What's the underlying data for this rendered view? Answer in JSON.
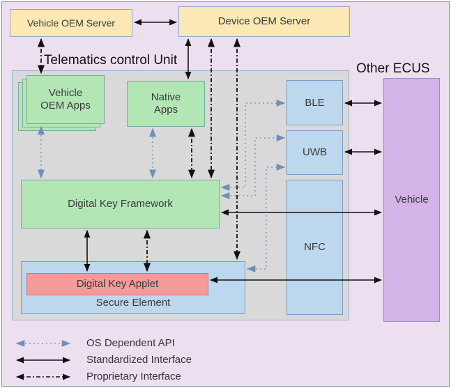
{
  "diagram": {
    "title_tcu": "Telematics control Unit",
    "title_other_ecus": "Other ECUS",
    "nodes": {
      "vehicle_oem_server": "Vehicle OEM Server",
      "device_oem_server": "Device OEM Server",
      "vehicle_oem_apps": "Vehicle\nOEM Apps",
      "native_apps": "Native\nApps",
      "digital_key_framework": "Digital Key Framework",
      "digital_key_applet": "Digital Key Applet",
      "secure_element": "Secure Element",
      "ble": "BLE",
      "uwb": "UWB",
      "nfc": "NFC",
      "vehicle": "Vehicle"
    },
    "edges": [
      {
        "from": "vehicle_oem_server",
        "to": "device_oem_server",
        "type": "standardized"
      },
      {
        "from": "vehicle_oem_server",
        "to": "vehicle_oem_apps",
        "type": "proprietary"
      },
      {
        "from": "device_oem_server",
        "to": "native_apps",
        "type": "standardized"
      },
      {
        "from": "device_oem_server",
        "to": "digital_key_framework",
        "type": "proprietary"
      },
      {
        "from": "device_oem_server",
        "to": "secure_element",
        "type": "proprietary"
      },
      {
        "from": "vehicle_oem_apps",
        "to": "digital_key_framework",
        "type": "os_dependent"
      },
      {
        "from": "native_apps",
        "to": "digital_key_framework",
        "type": "os_dependent"
      },
      {
        "from": "native_apps",
        "to": "digital_key_framework",
        "type": "proprietary"
      },
      {
        "from": "digital_key_framework",
        "to": "digital_key_applet",
        "type": "standardized"
      },
      {
        "from": "digital_key_framework",
        "to": "digital_key_applet",
        "type": "proprietary"
      },
      {
        "from": "digital_key_framework",
        "to": "ble",
        "type": "os_dependent"
      },
      {
        "from": "digital_key_framework",
        "to": "uwb",
        "type": "os_dependent"
      },
      {
        "from": "secure_element",
        "to": "uwb",
        "type": "os_dependent"
      },
      {
        "from": "ble",
        "to": "vehicle",
        "type": "standardized"
      },
      {
        "from": "uwb",
        "to": "vehicle",
        "type": "standardized"
      },
      {
        "from": "digital_key_framework",
        "to": "vehicle",
        "type": "standardized"
      },
      {
        "from": "digital_key_applet",
        "to": "vehicle",
        "type": "standardized"
      }
    ],
    "legend": [
      {
        "type": "os_dependent",
        "label": "OS Dependent API"
      },
      {
        "type": "standardized",
        "label": "Standardized Interface"
      },
      {
        "type": "proprietary",
        "label": "Proprietary Interface"
      }
    ],
    "colors": {
      "background": "#ecdff0",
      "tcu": "#d9d9d9",
      "server": "#fbe8b4",
      "app": "#b3e6b5",
      "radio": "#bdd7ee",
      "applet": "#f49a9a",
      "vehicle": "#d4b3e6",
      "os_dependent_line": "#6f8fb8",
      "line": "#111111"
    }
  }
}
